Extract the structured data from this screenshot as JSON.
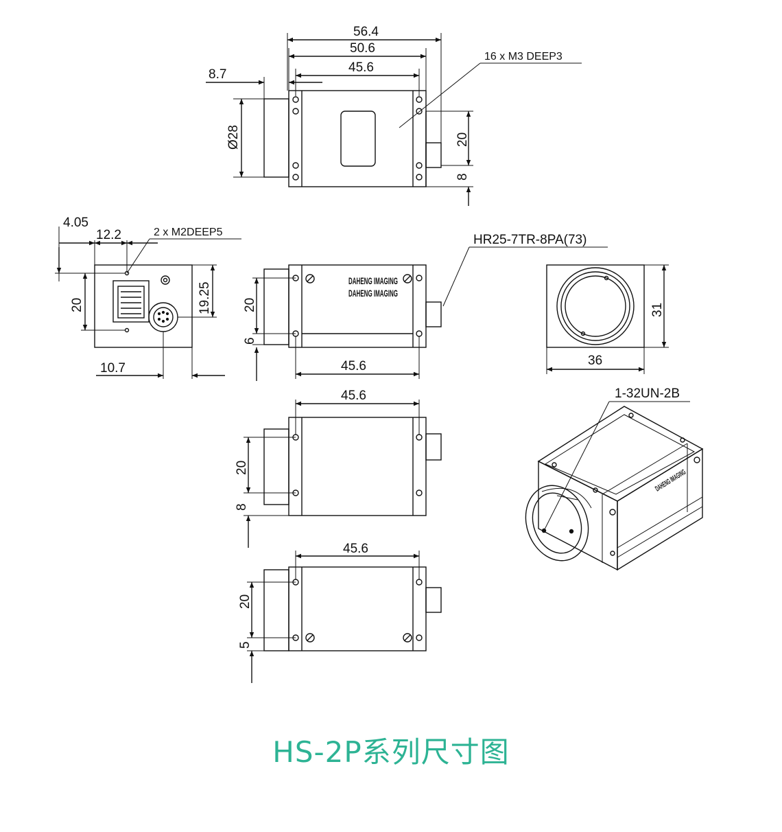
{
  "caption": "HS-2P系列尺寸图",
  "caption_color": "#2db394",
  "callouts": {
    "mount_holes_top": "16 x  M3 DEEP3",
    "mount_holes_back": "2 x  M2DEEP5",
    "connector": "HR25-7TR-8PA(73)",
    "lens_mount": "1-32UN-2B"
  },
  "dimensions": {
    "top_width_outer": "56.4",
    "top_width_body": "50.6",
    "top_hole_pitch": "45.6",
    "top_flange": "8.7",
    "lens_diameter": "Ø28",
    "top_height_a": "20",
    "top_height_b": "8",
    "back_offset_x": "4.05",
    "back_rj45_x": "12.2",
    "back_height": "20",
    "back_connector_y": "19.25",
    "back_connector_x": "10.7",
    "side_height": "20",
    "side_offset": "6",
    "side_pitch": "45.6",
    "front_height": "31",
    "front_width": "36",
    "bottom_pitch": "45.6",
    "bottom_height_a": "20",
    "bottom_height_b": "8",
    "base_pitch": "45.6",
    "base_height_a": "20",
    "base_height_b": "5"
  },
  "logo_text": "DAHENG IMAGING"
}
